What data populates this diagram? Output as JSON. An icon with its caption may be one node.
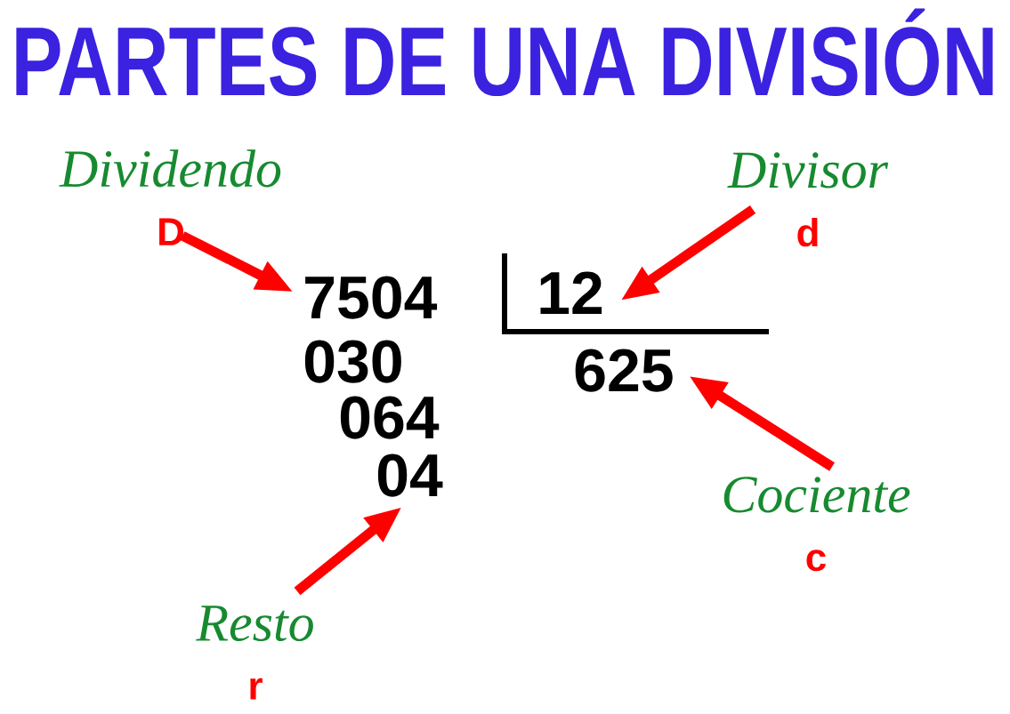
{
  "diagram": {
    "title": "PARTES DE UNA DIVISIÓN",
    "nodes": [
      {
        "text": [
          "Dividendo",
          "D"
        ]
      },
      {
        "text": [
          "Divisor",
          "d"
        ]
      },
      {
        "text": [
          "7504"
        ]
      },
      {
        "text": [
          "12"
        ]
      },
      {
        "text": [
          "625"
        ]
      },
      {
        "text": [
          "04"
        ]
      },
      {
        "text": [
          "Cociente",
          "c"
        ]
      },
      {
        "text": [
          "Resto",
          "r"
        ]
      }
    ],
    "edges": [
      {
        "from": 0,
        "to": 2,
        "arrow": "to"
      },
      {
        "from": 1,
        "to": 3,
        "arrow": "to"
      },
      {
        "from": 6,
        "to": 4,
        "arrow": "to"
      },
      {
        "from": 7,
        "to": 5,
        "arrow": "to"
      }
    ],
    "labels": [
      "030",
      "064"
    ]
  }
}
